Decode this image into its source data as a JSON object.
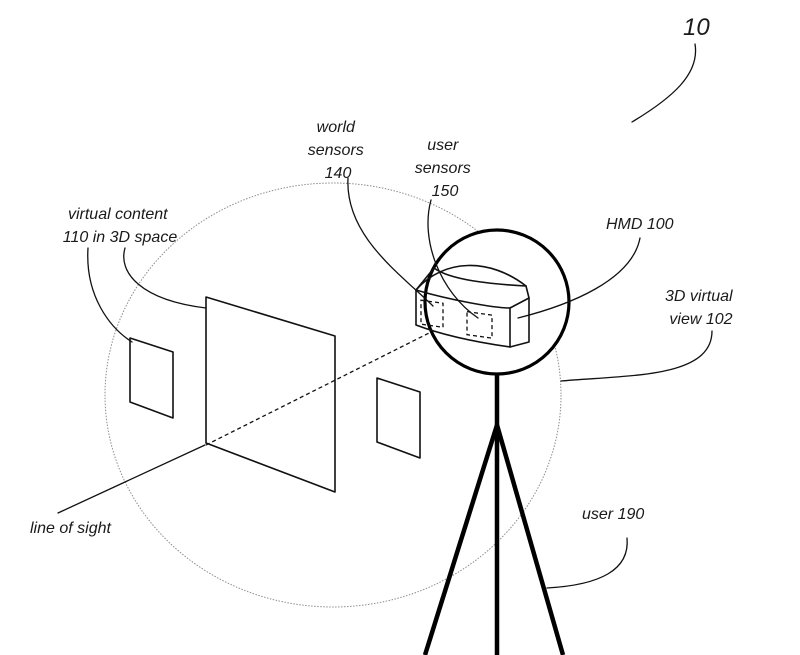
{
  "figure": {
    "figure_number": "10",
    "labels": {
      "world_sensors": [
        "world",
        "sensors",
        "140"
      ],
      "user_sensors": [
        "user",
        "sensors",
        "150"
      ],
      "virtual_content": [
        "virtual content",
        "110 in 3D space"
      ],
      "hmd": "HMD 100",
      "virtual_view": [
        "3D virtual",
        "view 102"
      ],
      "line_of_sight": "line of sight",
      "user": "user 190"
    }
  }
}
